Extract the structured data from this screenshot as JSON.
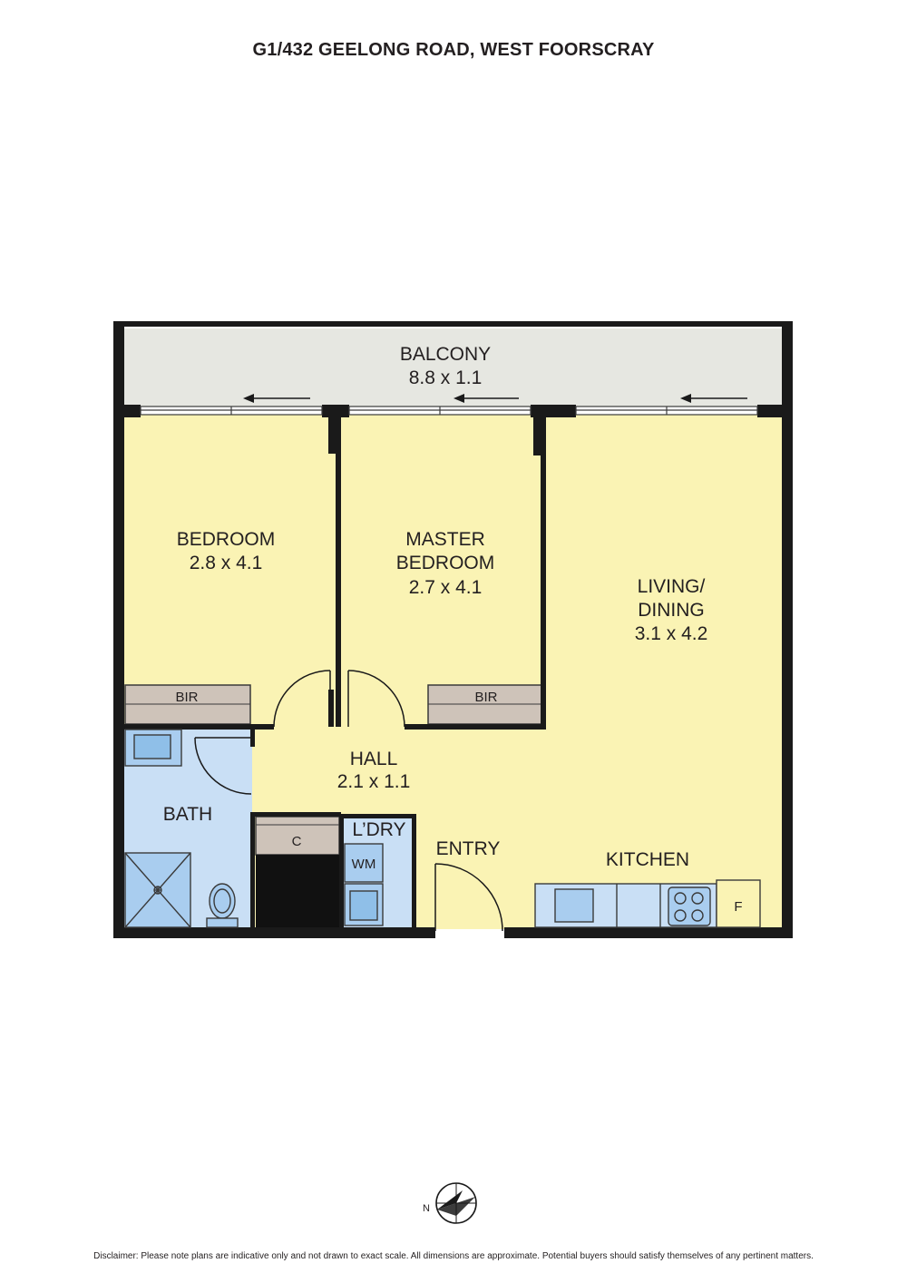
{
  "title": "G1/432 GEELONG ROAD, WEST FOORSCRAY",
  "rooms": {
    "balcony": {
      "name": "BALCONY",
      "size": "8.8 x 1.1"
    },
    "bedroom": {
      "name": "BEDROOM",
      "size": "2.8 x 4.1"
    },
    "master": {
      "name_line1": "MASTER",
      "name_line2": "BEDROOM",
      "size": "2.7 x 4.1"
    },
    "living": {
      "name_line1": "LIVING/",
      "name_line2": "DINING",
      "size": "3.1 x 4.2"
    },
    "hall": {
      "name": "HALL",
      "size": "2.1 x 1.1"
    },
    "bath": {
      "name": "BATH"
    },
    "laundry": {
      "name": "L’DRY"
    },
    "entry": {
      "name": "ENTRY"
    },
    "kitchen": {
      "name": "KITCHEN"
    }
  },
  "fixtures": {
    "bir_left": "BIR",
    "bir_right": "BIR",
    "cupboard": "C",
    "washing_machine": "WM",
    "fridge": "F"
  },
  "compass": {
    "label": "N"
  },
  "disclaimer": "Disclaimer: Please note plans are indicative only and not drawn to exact scale. All dimensions are approximate. Potential buyers should satisfy themselves of any pertinent matters.",
  "colors": {
    "room_fill": "#faf3b4",
    "wet_area_fill": "#c9dff5",
    "balcony_fill": "#e6e7e1",
    "robe_fill": "#cec3b9",
    "wall": "#1a1a1a"
  }
}
